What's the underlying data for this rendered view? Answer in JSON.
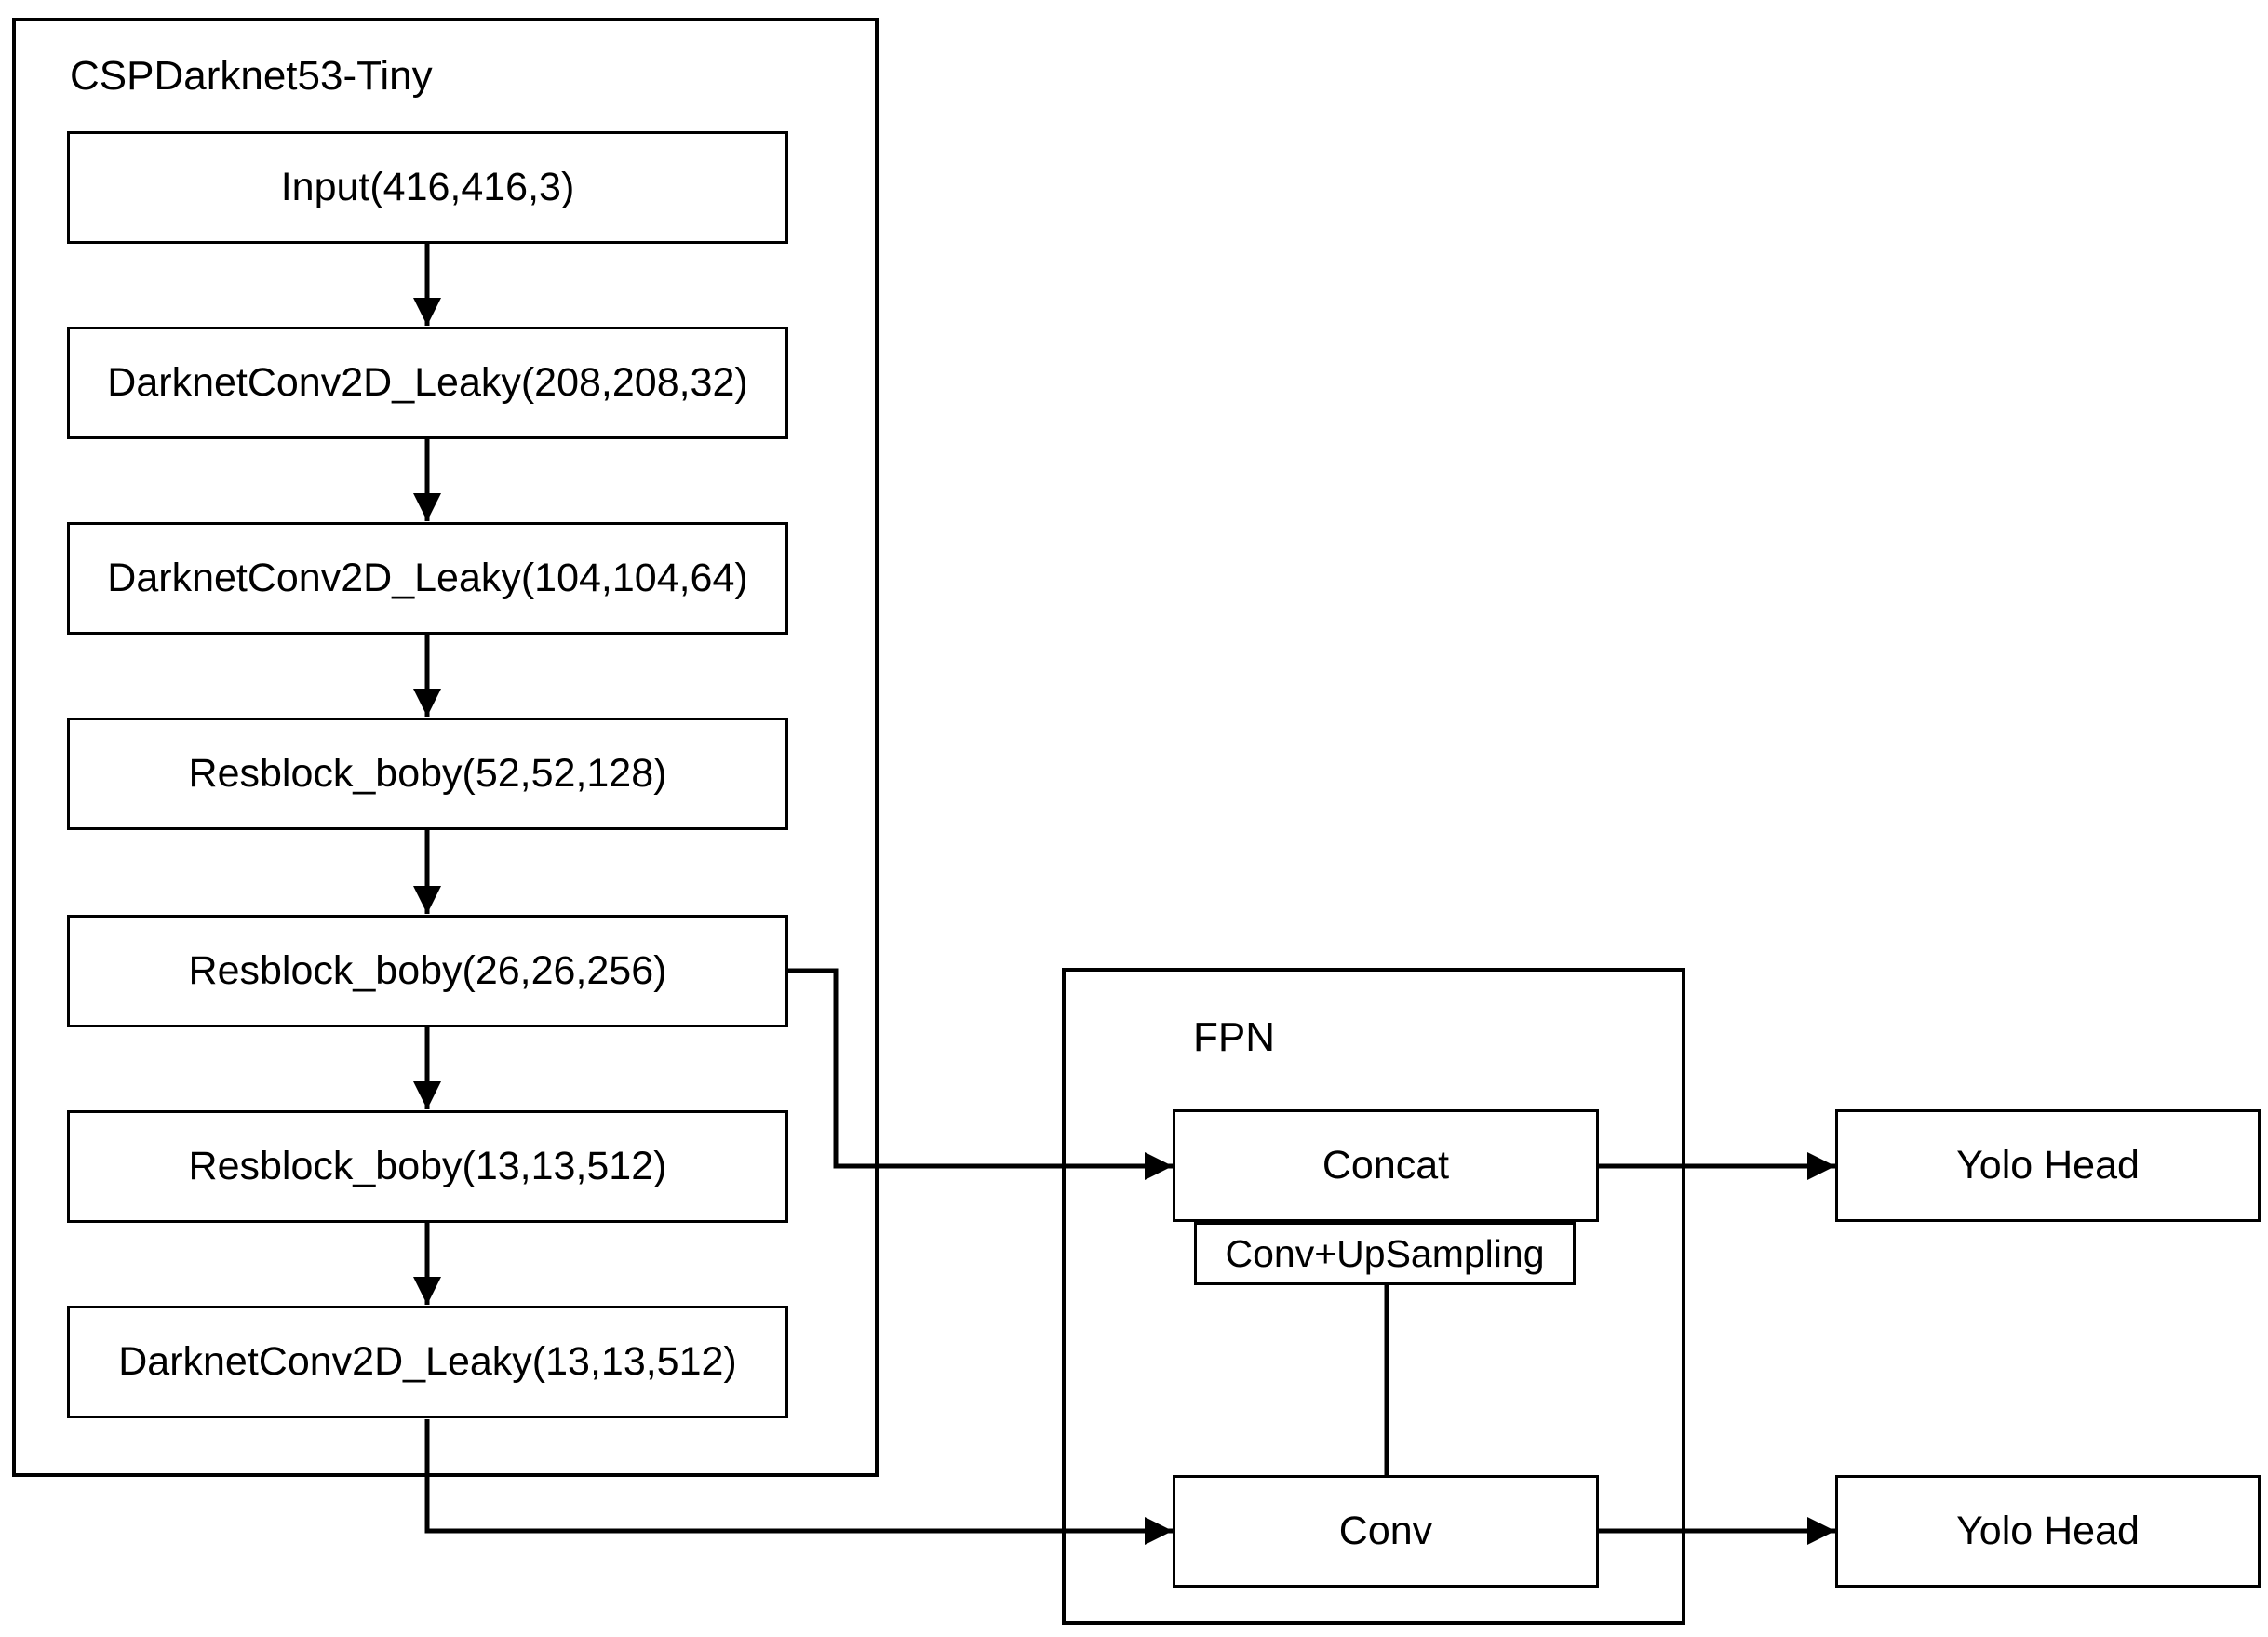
{
  "backbone": {
    "title": "CSPDarknet53-Tiny",
    "layers": [
      "Input(416,416,3)",
      "DarknetConv2D_Leaky(208,208,32)",
      "DarknetConv2D_Leaky(104,104,64)",
      "Resblock_boby(52,52,128)",
      "Resblock_boby(26,26,256)",
      "Resblock_boby(13,13,512)",
      "DarknetConv2D_Leaky(13,13,512)"
    ]
  },
  "fpn": {
    "title": "FPN",
    "concat": "Concat",
    "conv_upsampling": "Conv+UpSampling",
    "conv": "Conv"
  },
  "heads": [
    "Yolo Head",
    "Yolo Head"
  ],
  "colors": {
    "line": "#000000",
    "background": "#ffffff"
  }
}
